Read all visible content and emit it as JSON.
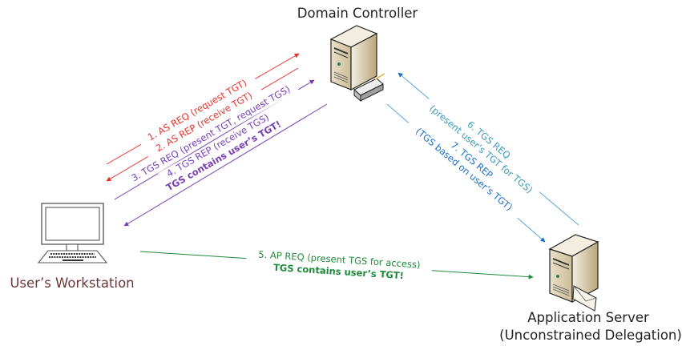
{
  "nodes": {
    "domain_controller": {
      "label": "Domain Controller"
    },
    "workstation": {
      "label": "User’s Workstation"
    },
    "app_server": {
      "label_line1": "Application Server",
      "label_line2": "(Unconstrained Delegation)"
    }
  },
  "messages": {
    "as_req": {
      "label": "1. AS REQ (request TGT)",
      "color": "#e8322c"
    },
    "as_rep": {
      "label": "2. AS REP (receive TGT)",
      "color": "#e8322c"
    },
    "tgs_req_user": {
      "label": "3. TGS REQ (present TGT, request TGS)",
      "color": "#7a3fb5"
    },
    "tgs_rep_user": {
      "label": "4. TGS REP (receive TGS)",
      "note": "TGS contains user’s TGT!",
      "color": "#7a3fb5"
    },
    "ap_req": {
      "label": "5. AP REQ (present TGS for access)",
      "note": "TGS contains user’s TGT!",
      "color": "#1f8a3c"
    },
    "tgs_req_server": {
      "label": "6. TGS REQ",
      "note": "(present user’s TGT for TGS)",
      "color": "#3d9ab8"
    },
    "tgs_rep_server": {
      "label": "7. TGS REP",
      "note": "(TGS based on user’s TGT)",
      "color": "#1a6fc4"
    }
  },
  "colors": {
    "workstation_label": "#6b3636",
    "server_label": "#222222"
  }
}
